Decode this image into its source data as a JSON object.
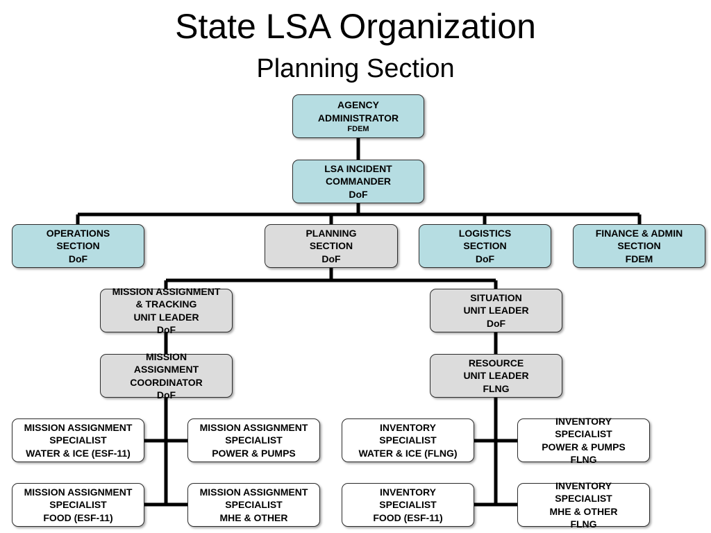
{
  "title": "State LSA Organization",
  "subtitle": "Planning Section",
  "boxes": {
    "agency_admin": [
      "AGENCY",
      "ADMINISTRATOR",
      "FDEM"
    ],
    "incident_commander": [
      "LSA  INCIDENT",
      "COMMANDER",
      "DoF"
    ],
    "operations": [
      "OPERATIONS",
      "SECTION",
      "DoF"
    ],
    "planning": [
      "PLANNING",
      "SECTION",
      "DoF"
    ],
    "logistics": [
      "LOGISTICS",
      "SECTION",
      "DoF"
    ],
    "finance": [
      "FINANCE & ADMIN",
      "SECTION",
      "FDEM"
    ],
    "mission_tracking": [
      "MISSION ASSIGNMENT",
      "& TRACKING",
      "UNIT LEADER",
      "DoF"
    ],
    "situation": [
      "SITUATION",
      "UNIT LEADER",
      "DoF"
    ],
    "mission_coordinator": [
      "MISSION",
      "ASSIGNMENT",
      "COORDINATOR",
      "DoF"
    ],
    "resource": [
      "RESOURCE",
      "UNIT LEADER",
      "FLNG"
    ],
    "ma_water": [
      "MISSION ASSIGNMENT",
      "SPECIALIST",
      "WATER & ICE  (ESF-11)"
    ],
    "ma_power": [
      "MISSION ASSIGNMENT",
      "SPECIALIST",
      "POWER & PUMPS"
    ],
    "inv_water": [
      "INVENTORY",
      "SPECIALIST",
      "WATER & ICE (FLNG)"
    ],
    "inv_power": [
      "INVENTORY",
      "SPECIALIST",
      "POWER & PUMPS",
      "FLNG"
    ],
    "ma_food": [
      "MISSION ASSIGNMENT",
      "SPECIALIST",
      "FOOD (ESF-11)"
    ],
    "ma_mhe": [
      "MISSION ASSIGNMENT",
      "SPECIALIST",
      "MHE & OTHER"
    ],
    "inv_food": [
      "INVENTORY",
      "SPECIALIST",
      "FOOD (ESF-11)"
    ],
    "inv_mhe": [
      "INVENTORY",
      "SPECIALIST",
      "MHE & OTHER",
      "FLNG"
    ]
  }
}
